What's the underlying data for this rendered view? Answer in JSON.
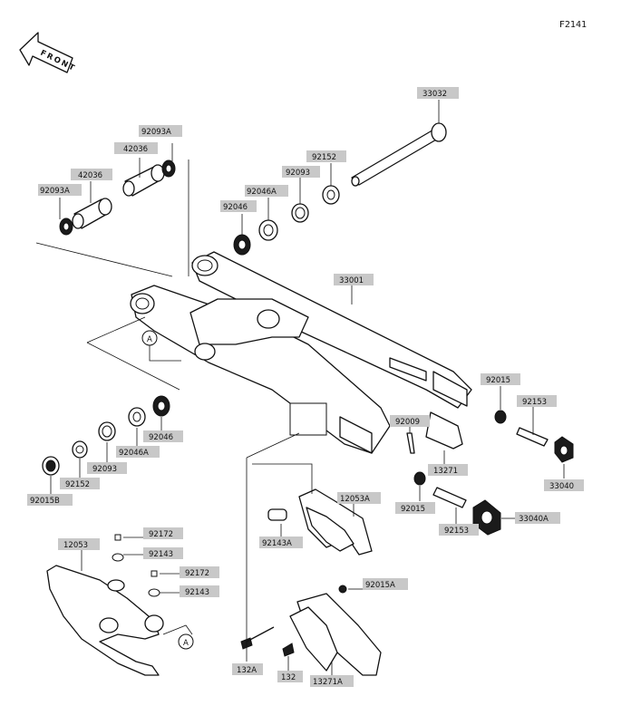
{
  "figure_code": "F2141",
  "front_label": "FRONT",
  "callout_letter": "A",
  "labels": {
    "l33032": "33032",
    "l92093A_top": "92093A",
    "l42036_top": "42036",
    "l42036_left": "42036",
    "l92093A_left": "92093A",
    "l92152_top": "92152",
    "l92093_top": "92093",
    "l92046A_top": "92046A",
    "l92046_top": "92046",
    "l33001": "33001",
    "l92015_right": "92015",
    "l92153_right": "92153",
    "l92009": "92009",
    "l13271": "13271",
    "l33040": "33040",
    "l92015_mid": "92015",
    "l12053A": "12053A",
    "l92153_mid": "92153",
    "l33040A": "33040A",
    "l92143A": "92143A",
    "l92046_left": "92046",
    "l92046A_left": "92046A",
    "l92093_left": "92093",
    "l92152_left": "92152",
    "l92015B": "92015B",
    "l12053": "12053",
    "l92172_a": "92172",
    "l92143_a": "92143",
    "l92172_b": "92172",
    "l92143_b": "92143",
    "l92015A": "92015A",
    "l132A": "132A",
    "l132": "132",
    "l13271A": "13271A"
  }
}
